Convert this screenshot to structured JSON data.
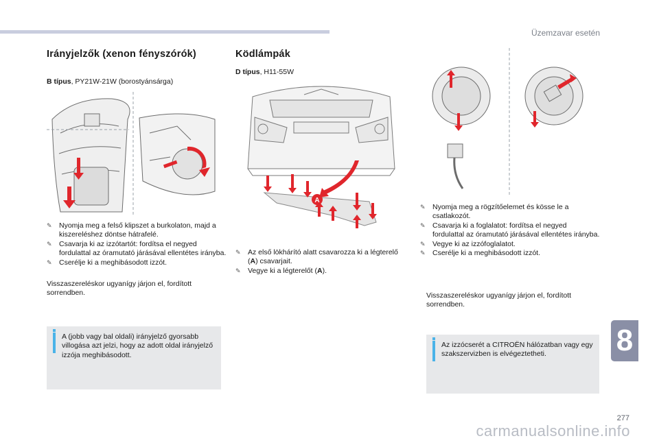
{
  "header": {
    "section": "Üzemzavar esetén"
  },
  "chapter_number": "8",
  "page_number": "277",
  "watermark": "carmanualsonline.info",
  "colors": {
    "accent": "#4ab3e8",
    "arrow_red": "#e0262c",
    "chapter_tab": "#8a8fa6",
    "info_bg": "#e7e8ea"
  },
  "turn_signal": {
    "title": "Irányjelzők (xenon fényszórók)",
    "type_label": "B típus",
    "type_value": ", PY21W-21W (borostyánsárga)",
    "steps": [
      "Nyomja meg a felső klipszet a burkolaton, majd a kiszereléshez döntse hátrafelé.",
      "Csavarja ki az izzótartót: fordítsa el negyed fordulattal az óramutató járásával ellentétes irányba.",
      "Cserélje ki a meghibásodott izzót."
    ],
    "reassembly": "Visszaszereléskor ugyanígy járjon el, fordított sorrendben.",
    "info": "A (jobb vagy bal oldali) irányjelző gyorsabb villogása azt jelzi, hogy az adott oldal irányjelző izzója meghibásodott."
  },
  "fog_lamps": {
    "title": "Ködlámpák",
    "type_label": "D típus",
    "type_value": ", H11-55W",
    "callout": "A",
    "steps_left_1a": "Az első lökhárító alatt csavarozza ki a légterelő (",
    "steps_left_1b": "A",
    "steps_left_1c": ") csavarjait.",
    "steps_left_2a": "Vegye ki a légterelőt (",
    "steps_left_2b": "A",
    "steps_left_2c": ").",
    "steps_right": [
      "Nyomja meg a rögzítőelemet és kösse le a csatlakozót.",
      "Csavarja ki a foglalatot: fordítsa el negyed fordulattal az óramutató járásával ellentétes irányba.",
      "Vegye ki az izzófoglalatot.",
      "Cserélje ki a meghibásodott izzót."
    ],
    "reassembly": "Visszaszereléskor ugyanígy járjon el, fordított sorrendben.",
    "info": "Az izzócserét a CITROËN hálózatban vagy egy szakszervizben is elvégeztetheti."
  },
  "bullet_glyph": "✎"
}
